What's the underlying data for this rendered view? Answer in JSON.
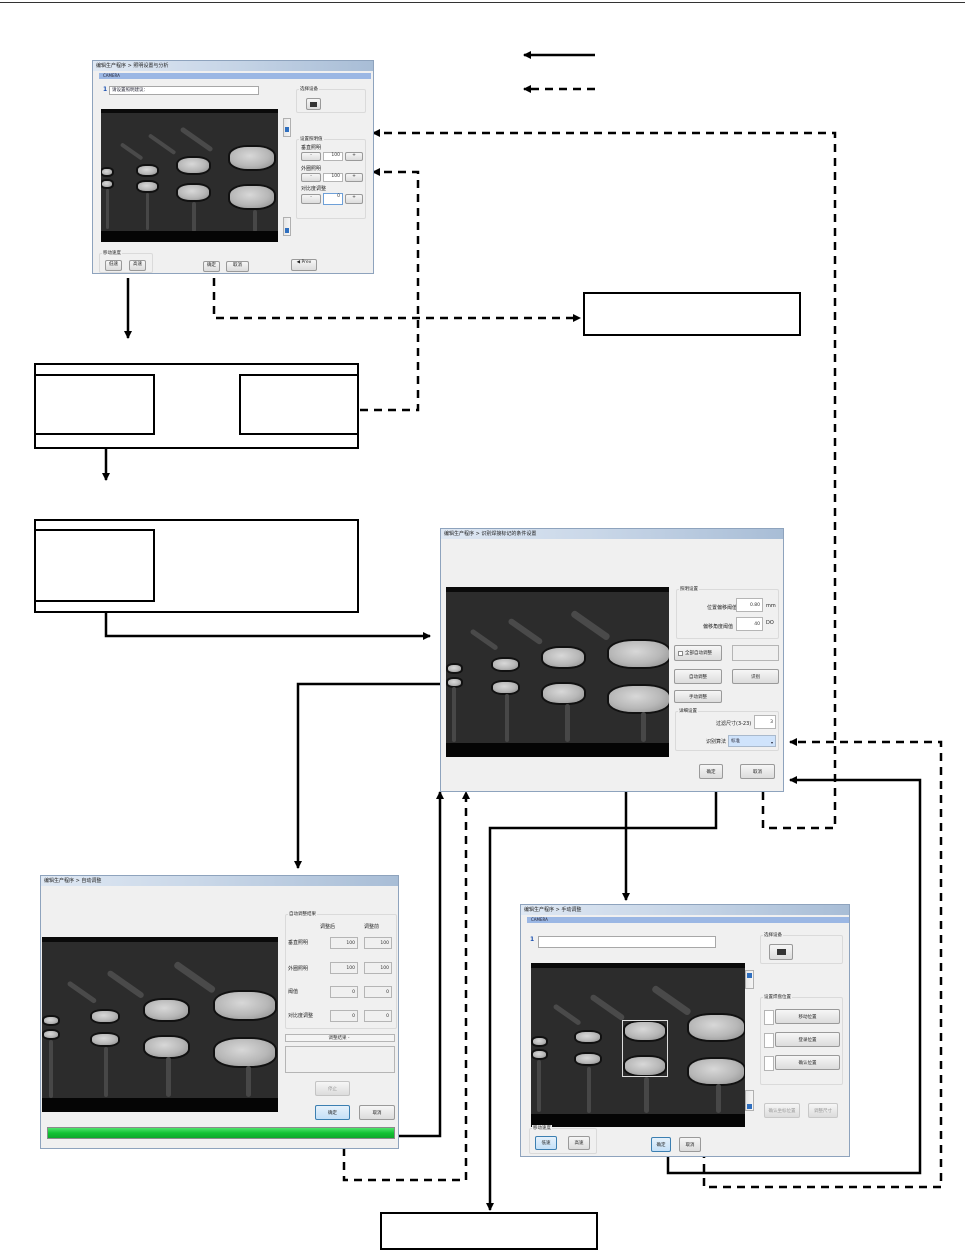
{
  "legend": {
    "solid_arrow": {
      "icon": "solid-arrow-left-icon",
      "label": ""
    },
    "dashed_arrow": {
      "icon": "dashed-arrow-left-icon",
      "label": ""
    }
  },
  "flow_boxes": {
    "box_top_right": "",
    "box_mid_upper_left": "",
    "box_mid_upper_right": "",
    "box_mid_lower": "",
    "box_bottom": ""
  },
  "dialog_camera_settings": {
    "title": "编辑生产程序 > 照明设置与分析",
    "camera_tab": "CAMERA",
    "step_number": "1",
    "instruction": "请设置照明建议：",
    "select_device_group": "选择设备",
    "device_icon": "camera-icon",
    "lighting_group": "设置照明值",
    "vertical_light_label": "垂直照明",
    "vertical_light_value": "100",
    "outer_light_label": "外圈照明",
    "outer_light_value": "100",
    "contrast_label": "对比度调整",
    "contrast_value": "0",
    "minus_label": "-",
    "plus_label": "+",
    "move_speed_group": "移动速度",
    "low_speed": "低速",
    "high_speed": "高速",
    "ok": "确定",
    "cancel": "取消",
    "prev": "◀ Prev"
  },
  "dialog_detection_settings": {
    "title": "编辑生产程序 > 识别焊接标记的条件设置",
    "illumination_group": "照明设置",
    "position_tolerance_label": "位置偏移阈值",
    "position_tolerance_value": "0.80",
    "position_tolerance_unit": "mm",
    "angle_tolerance_label": "偏移角度阈值",
    "angle_tolerance_value": "40",
    "angle_tolerance_unit": "DO",
    "all_auto_checkbox": "全部自动调整",
    "auto_adjust": "自动调整",
    "recognize": "识别",
    "manual_adjust": "手动调整",
    "detail_group": "详细设置",
    "filter_size_label": "过滤尺寸(3-23)",
    "filter_size_value": "3",
    "method_label": "识别算法",
    "method_value": "标准",
    "ok": "确定",
    "cancel": "取消"
  },
  "dialog_auto_adjust": {
    "title": "编辑生产程序 > 自动调整",
    "result_group": "自动调整结果",
    "col_after": "调整后",
    "col_before": "调整前",
    "rows": [
      {
        "label": "垂直照明",
        "after": "100",
        "before": "100"
      },
      {
        "label": "外圈照明",
        "after": "100",
        "before": "100"
      },
      {
        "label": "阈值",
        "after": "0",
        "before": "0"
      },
      {
        "label": "对比度调整",
        "after": "0",
        "before": "0"
      }
    ],
    "status_label": "调整结果 -",
    "stop": "停止",
    "ok": "确定",
    "cancel": "取消",
    "progress_fraction": 1.0
  },
  "dialog_manual_adjust": {
    "title": "编辑生产程序 > 手动调整",
    "camera_tab": "CAMERA",
    "step_number": "1",
    "select_device_group": "选择设备",
    "device_icon": "camera-icon",
    "position_group": "设置焊盘位置",
    "move_position": "移动位置",
    "register_position": "登录位置",
    "check_position": "确认位置",
    "confirm_coords": "确认坐标位置",
    "adjust_size": "调整尺寸",
    "move_speed_group": "移动速度",
    "low_speed": "低速",
    "high_speed": "高速",
    "ok": "确定",
    "cancel": "取消"
  }
}
